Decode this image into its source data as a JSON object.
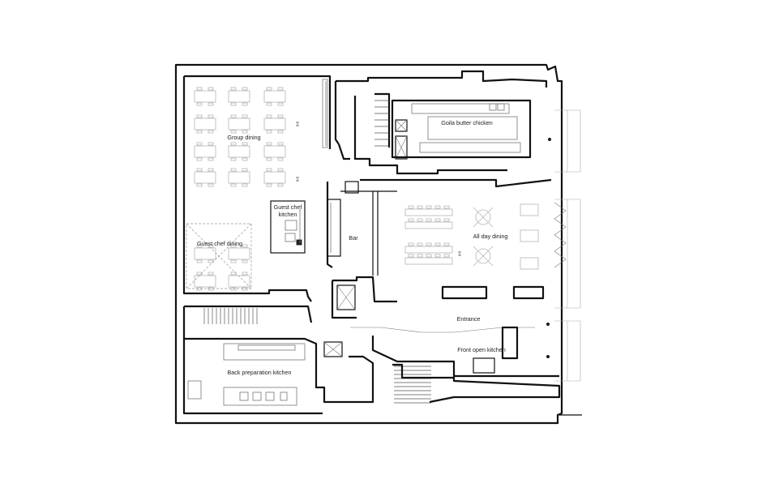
{
  "plan": {
    "rooms": [
      {
        "id": "group-dining",
        "label": "Group dining"
      },
      {
        "id": "guest-chef-kitchen",
        "label": "Guest chef\nkitchen"
      },
      {
        "id": "guest-chef-dining",
        "label": "Guest chef dining"
      },
      {
        "id": "goila-butter-chicken",
        "label": "Goila butter chicken"
      },
      {
        "id": "bar",
        "label": "Bar"
      },
      {
        "id": "all-day-dining",
        "label": "All day dining"
      },
      {
        "id": "entrance",
        "label": "Entrance"
      },
      {
        "id": "front-open-kitchen",
        "label": "Front open kitchen"
      },
      {
        "id": "back-preparation-kitchen",
        "label": "Back preparation kitchen"
      }
    ]
  },
  "colors": {
    "wall": "#111111",
    "furniture": "#b5b5b5",
    "background": "#ffffff"
  }
}
